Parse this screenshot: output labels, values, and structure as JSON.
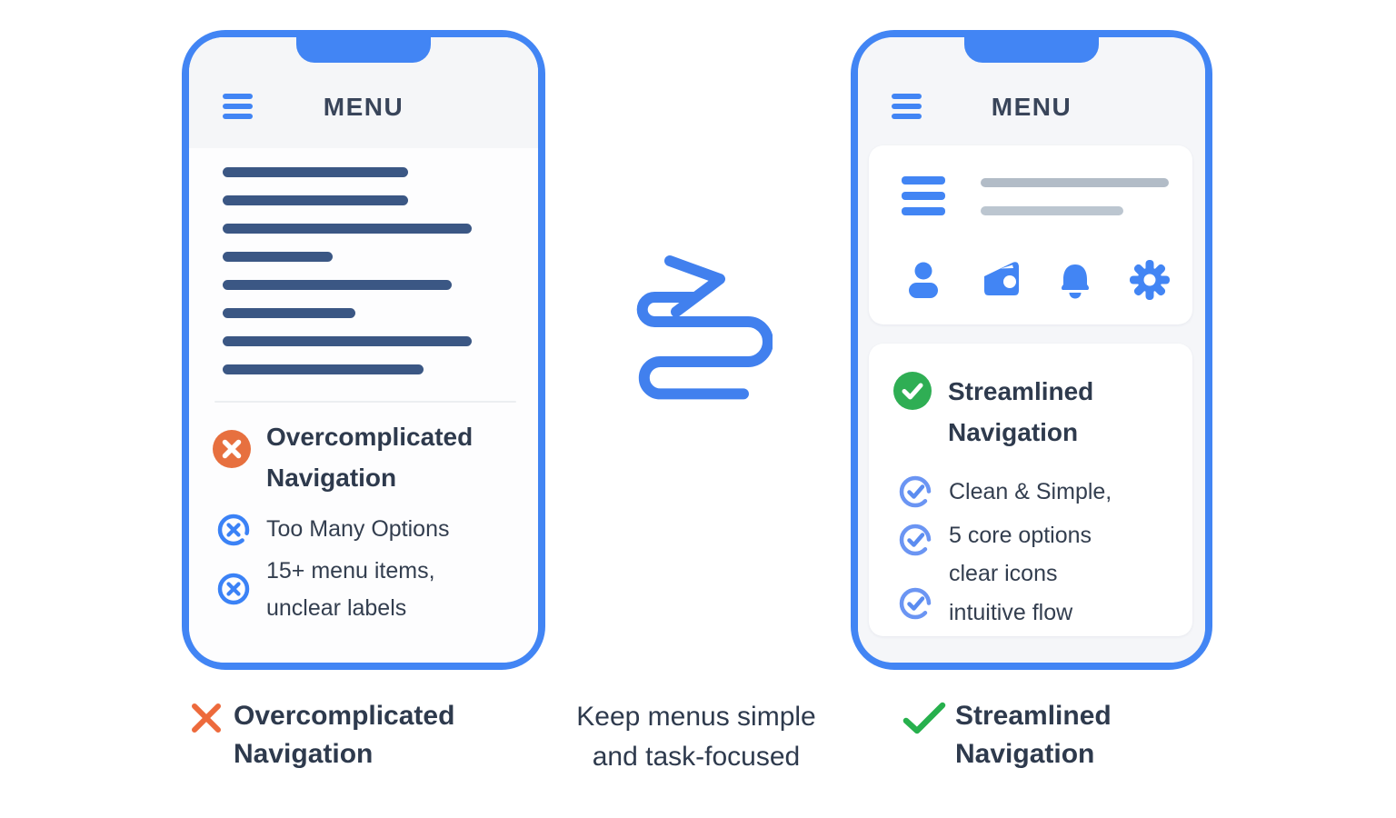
{
  "left_phone": {
    "title": "MENU",
    "hamburger_icon": "hamburger-icon",
    "menu_bar_widths": [
      204,
      204,
      274,
      121,
      252,
      146,
      274,
      221
    ],
    "section": {
      "icon": "x-circle-filled-icon",
      "title": "Overcomplicated Navigation",
      "bullets": [
        {
          "icon": "x-circle-outline-icon",
          "text": "Too Many Options"
        },
        {
          "icon": "x-circle-outline-icon",
          "text": "15+ menu items, unclear labels"
        }
      ]
    }
  },
  "right_phone": {
    "title": "MENU",
    "hamburger_icon": "hamburger-icon",
    "preview_card": {
      "hamburger_icon": "hamburger-icon",
      "gray_bar_widths": [
        207,
        157
      ],
      "icons": [
        "user-icon",
        "wallet-icon",
        "bell-icon",
        "gear-icon"
      ]
    },
    "section": {
      "icon": "check-circle-filled-icon",
      "title": "Streamlined Navigation",
      "bullets": [
        {
          "icon": "check-circle-outline-icon",
          "text": "Clean & Simple,"
        },
        {
          "icon": "check-circle-outline-icon",
          "text": "5 core options clear icons"
        },
        {
          "icon": "check-circle-outline-icon",
          "text": "intuitive flow"
        }
      ]
    }
  },
  "center": {
    "arrow_icon": "s-curve-arrow-icon"
  },
  "footer": {
    "left_icon": "x-mark-icon",
    "left_caption": "Overcomplicated Navigation",
    "center_caption": "Keep menus simple and task-focused",
    "right_icon": "check-mark-icon",
    "right_caption": "Streamlined Navigation"
  },
  "colors": {
    "primary_blue": "#4285f4",
    "navy_bar": "#3b5784",
    "arrow_blue": "#4180ee",
    "soft_blue": "#6b95f3",
    "bullet_blue": "#3b82f6",
    "error_orange": "#e7703f",
    "error_x": "#ed6a3c",
    "success_green": "#2fae54",
    "check_green": "#27b04d",
    "gray_bar": "#b2bcc7",
    "text_dark": "#2e3a4d"
  }
}
